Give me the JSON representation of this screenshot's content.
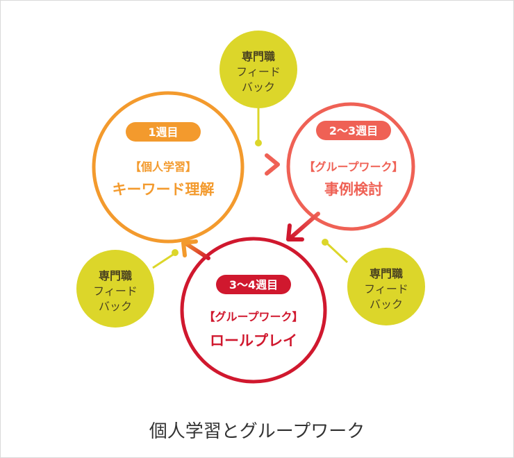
{
  "caption": "個人学習とグループワーク",
  "stages": [
    {
      "week": "1週目",
      "group": "【個人学習】",
      "title": "キーワード理解",
      "color": "#f39a2d"
    },
    {
      "week": "2〜3週目",
      "group": "【グループワーク】",
      "title": "事例検討",
      "color": "#ef6155"
    },
    {
      "week": "3〜4週目",
      "group": "【グループワーク】",
      "title": "ロールプレイ",
      "color": "#d0182e"
    }
  ],
  "feedback": [
    {
      "lines": [
        "専門職",
        "フィード",
        "バック"
      ]
    },
    {
      "lines": [
        "専門職",
        "フィード",
        "バック"
      ]
    },
    {
      "lines": [
        "専門職",
        "フィード",
        "バック"
      ]
    }
  ],
  "colors": {
    "feedback_fill": "#dcd62a",
    "feedback_text": "#4a4220",
    "connector": "#dcd62a"
  }
}
